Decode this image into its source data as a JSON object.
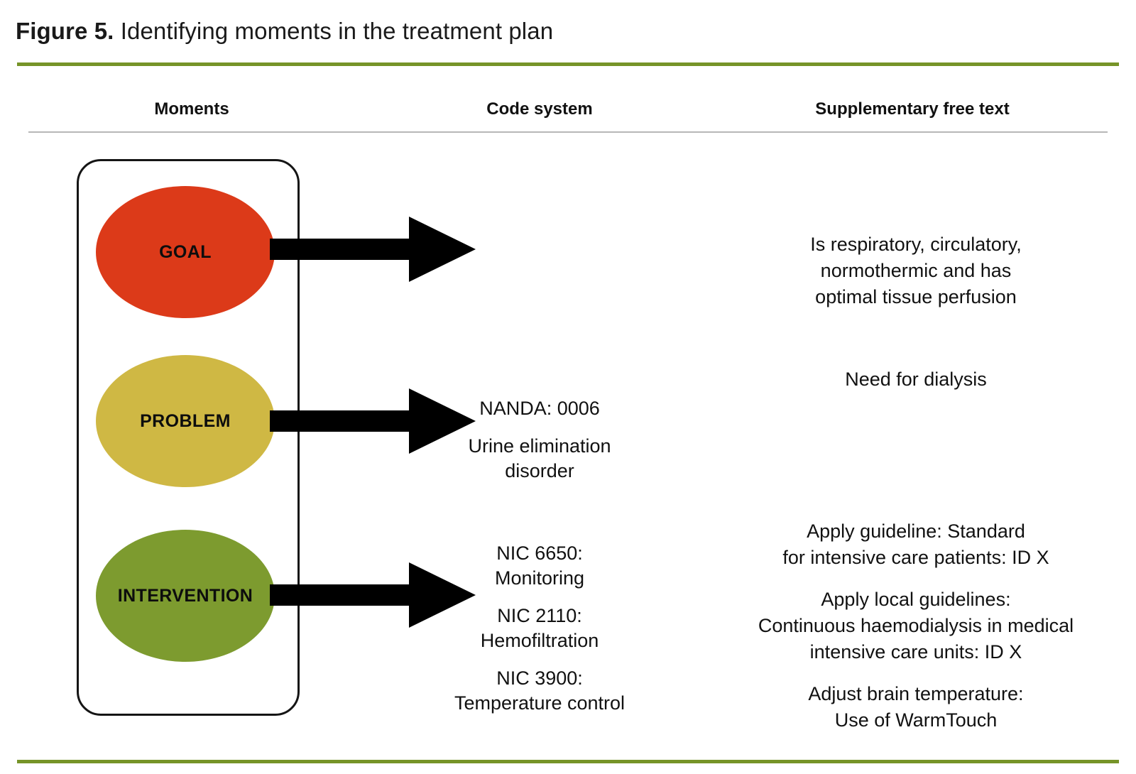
{
  "figure": {
    "label": "Figure 5.",
    "caption": "Identifying moments in the treatment plan"
  },
  "colors": {
    "rule_green": "#769428",
    "rule_header_gray": "#b7b7b7",
    "goal_fill": "#DC3A19",
    "problem_fill": "#CFB844",
    "intervention_fill": "#7D9B2F",
    "arrow_fill": "#000000",
    "container_stroke": "#151515"
  },
  "columns": {
    "moments": "Moments",
    "code_system": "Code system",
    "free_text": "Supplementary free text"
  },
  "rows": [
    {
      "moment": "GOAL",
      "code_system": [],
      "free_text": [
        "Is respiratory, circulatory,\nnormothermic and has\noptimal tissue perfusion"
      ]
    },
    {
      "moment": "PROBLEM",
      "code_system": [
        "NANDA: 0006",
        "Urine elimination\ndisorder"
      ],
      "free_text": [
        "Need for dialysis"
      ]
    },
    {
      "moment": "INTERVENTION",
      "code_system": [
        "NIC 6650:\nMonitoring",
        "NIC 2110:\nHemofiltration",
        "NIC 3900:\nTemperature control"
      ],
      "free_text": [
        "Apply guideline: Standard\nfor intensive care patients: ID X",
        "Apply local guidelines:\nContinuous haemodialysis in medical\nintensive care units: ID X",
        "Adjust brain temperature:\nUse of WarmTouch"
      ]
    }
  ],
  "arrows": {
    "goal": "arrow-right",
    "problem": "arrow-right",
    "intervention": "arrow-right"
  }
}
